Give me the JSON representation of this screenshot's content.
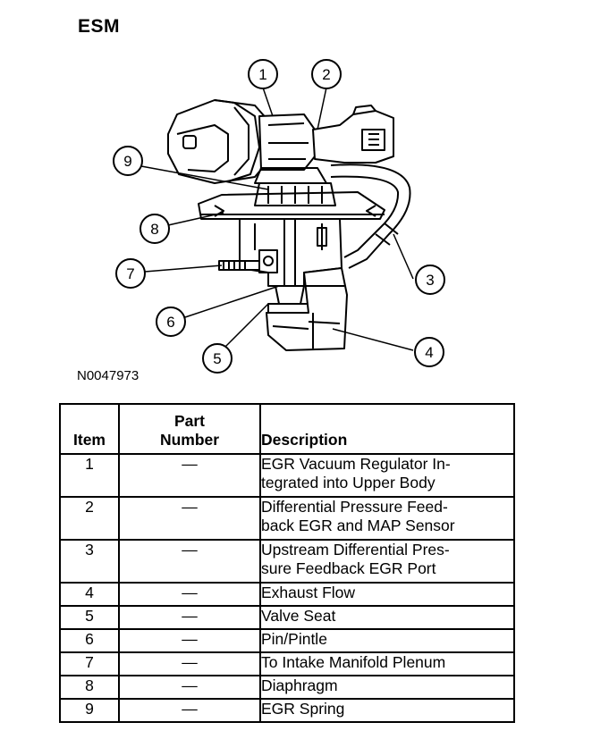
{
  "heading": "ESM",
  "figure": {
    "code": "N0047973",
    "callouts": [
      "1",
      "2",
      "3",
      "4",
      "5",
      "6",
      "7",
      "8",
      "9"
    ]
  },
  "table": {
    "headers": {
      "item": "Item",
      "part_line1": "Part",
      "part_line2": "Number",
      "description": "Description"
    },
    "rows": [
      {
        "item": "1",
        "part": "—",
        "desc_lines": [
          "EGR Vacuum Regulator In-",
          "tegrated into Upper Body"
        ]
      },
      {
        "item": "2",
        "part": "—",
        "desc_lines": [
          "Differential Pressure Feed-",
          "back EGR and MAP Sensor"
        ]
      },
      {
        "item": "3",
        "part": "—",
        "desc_lines": [
          "Upstream Differential Pres-",
          "sure Feedback EGR Port"
        ]
      },
      {
        "item": "4",
        "part": "—",
        "desc_lines": [
          "Exhaust Flow"
        ]
      },
      {
        "item": "5",
        "part": "—",
        "desc_lines": [
          "Valve Seat"
        ]
      },
      {
        "item": "6",
        "part": "—",
        "desc_lines": [
          "Pin/Pintle"
        ]
      },
      {
        "item": "7",
        "part": "—",
        "desc_lines": [
          "To Intake Manifold Plenum"
        ]
      },
      {
        "item": "8",
        "part": "—",
        "desc_lines": [
          "Diaphragm"
        ]
      },
      {
        "item": "9",
        "part": "—",
        "desc_lines": [
          "EGR Spring"
        ]
      }
    ]
  }
}
